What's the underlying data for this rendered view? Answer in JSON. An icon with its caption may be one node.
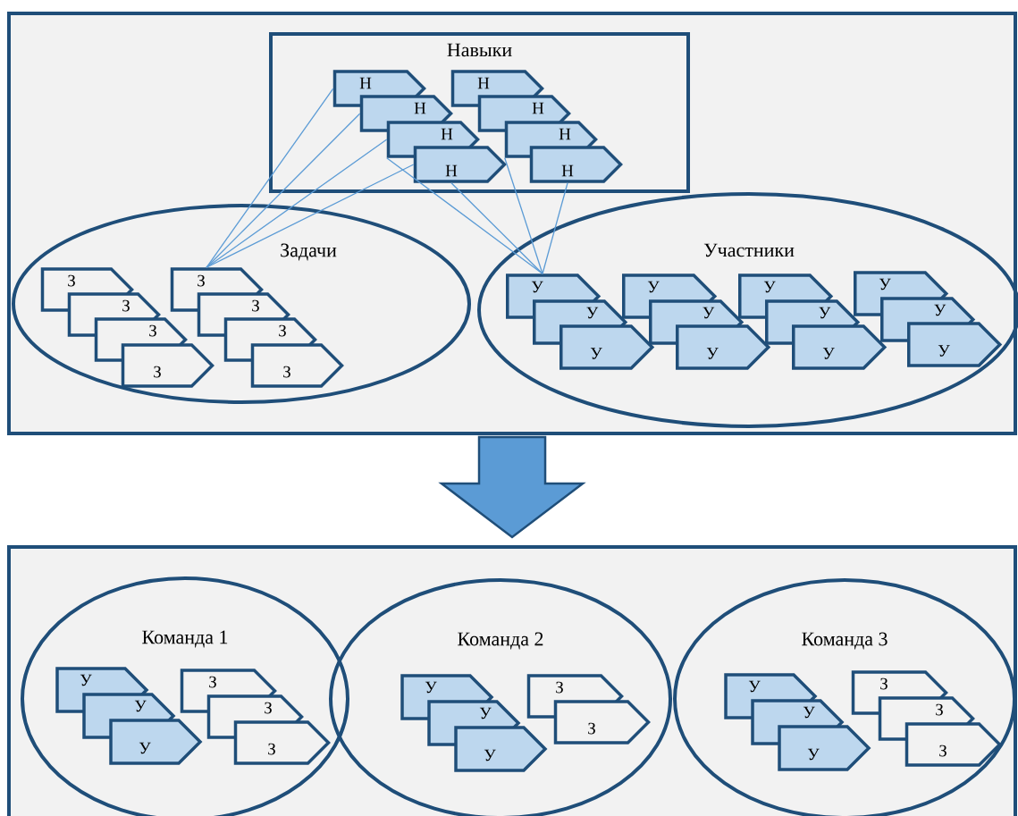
{
  "diagram": {
    "nodes": [
      {
        "text": [],
        "shape": "box"
      },
      {
        "text": [
          "Навыки"
        ],
        "in": 0
      },
      {
        "text": [
          "Н"
        ],
        "in": 1
      },
      {
        "text": [
          "Н"
        ],
        "in": 1
      },
      {
        "text": [
          "Н"
        ],
        "in": 1
      },
      {
        "text": [
          "Н"
        ],
        "in": 1
      },
      {
        "text": [
          "Н"
        ],
        "in": 1
      },
      {
        "text": [
          "Н"
        ],
        "in": 1
      },
      {
        "text": [
          "Н"
        ],
        "in": 1
      },
      {
        "text": [
          "Н"
        ],
        "in": 1
      },
      {
        "text": [
          "Задачи"
        ],
        "in": 0
      },
      {
        "text": [
          "З"
        ],
        "in": 10
      },
      {
        "text": [
          "З"
        ],
        "in": 10
      },
      {
        "text": [
          "З"
        ],
        "in": 10
      },
      {
        "text": [
          "З"
        ],
        "in": 10
      },
      {
        "text": [
          "З"
        ],
        "in": 10
      },
      {
        "text": [
          "З"
        ],
        "in": 10
      },
      {
        "text": [
          "З"
        ],
        "in": 10
      },
      {
        "text": [
          "З"
        ],
        "in": 10
      },
      {
        "text": [
          "Участники"
        ],
        "in": 0
      },
      {
        "text": [
          "У"
        ],
        "in": 19
      },
      {
        "text": [
          "У"
        ],
        "in": 19
      },
      {
        "text": [
          "У"
        ],
        "in": 19
      },
      {
        "text": [
          "У"
        ],
        "in": 19
      },
      {
        "text": [
          "У"
        ],
        "in": 19
      },
      {
        "text": [
          "У"
        ],
        "in": 19
      },
      {
        "text": [
          "У"
        ],
        "in": 19
      },
      {
        "text": [
          "У"
        ],
        "in": 19
      },
      {
        "text": [
          "У"
        ],
        "in": 19
      },
      {
        "text": [
          "У"
        ],
        "in": 19
      },
      {
        "text": [
          "У"
        ],
        "in": 19
      },
      {
        "text": [
          "У"
        ],
        "in": 19
      },
      {
        "text": [],
        "shape": "box"
      },
      {
        "text": [
          "Команда 1"
        ],
        "in": 32
      },
      {
        "text": [
          "У"
        ],
        "in": 33
      },
      {
        "text": [
          "У"
        ],
        "in": 33
      },
      {
        "text": [
          "У"
        ],
        "in": 33
      },
      {
        "text": [
          "З"
        ],
        "in": 33
      },
      {
        "text": [
          "З"
        ],
        "in": 33
      },
      {
        "text": [
          "З"
        ],
        "in": 33
      },
      {
        "text": [
          "Команда 2"
        ],
        "in": 32
      },
      {
        "text": [
          "У"
        ],
        "in": 40
      },
      {
        "text": [
          "У"
        ],
        "in": 40
      },
      {
        "text": [
          "У"
        ],
        "in": 40
      },
      {
        "text": [
          "З"
        ],
        "in": 40
      },
      {
        "text": [
          "З"
        ],
        "in": 40
      },
      {
        "text": [
          "Команда 3"
        ],
        "in": 32
      },
      {
        "text": [
          "У"
        ],
        "in": 46
      },
      {
        "text": [
          "У"
        ],
        "in": 46
      },
      {
        "text": [
          "У"
        ],
        "in": 46
      },
      {
        "text": [
          "З"
        ],
        "in": 46
      },
      {
        "text": [
          "З"
        ],
        "in": 46
      },
      {
        "text": [
          "З"
        ],
        "in": 46
      }
    ],
    "edges": [
      {
        "from": 2,
        "to": 15,
        "arrow": "none"
      },
      {
        "from": 3,
        "to": 15,
        "arrow": "none"
      },
      {
        "from": 4,
        "to": 15,
        "arrow": "none"
      },
      {
        "from": 5,
        "to": 15,
        "arrow": "none"
      },
      {
        "from": 4,
        "to": 20,
        "arrow": "none"
      },
      {
        "from": 5,
        "to": 20,
        "arrow": "none"
      },
      {
        "from": 8,
        "to": 20,
        "arrow": "none"
      },
      {
        "from": 9,
        "to": 20,
        "arrow": "none"
      },
      {
        "from": 0,
        "to": 32,
        "arrow": "to",
        "style": "thick"
      }
    ]
  }
}
